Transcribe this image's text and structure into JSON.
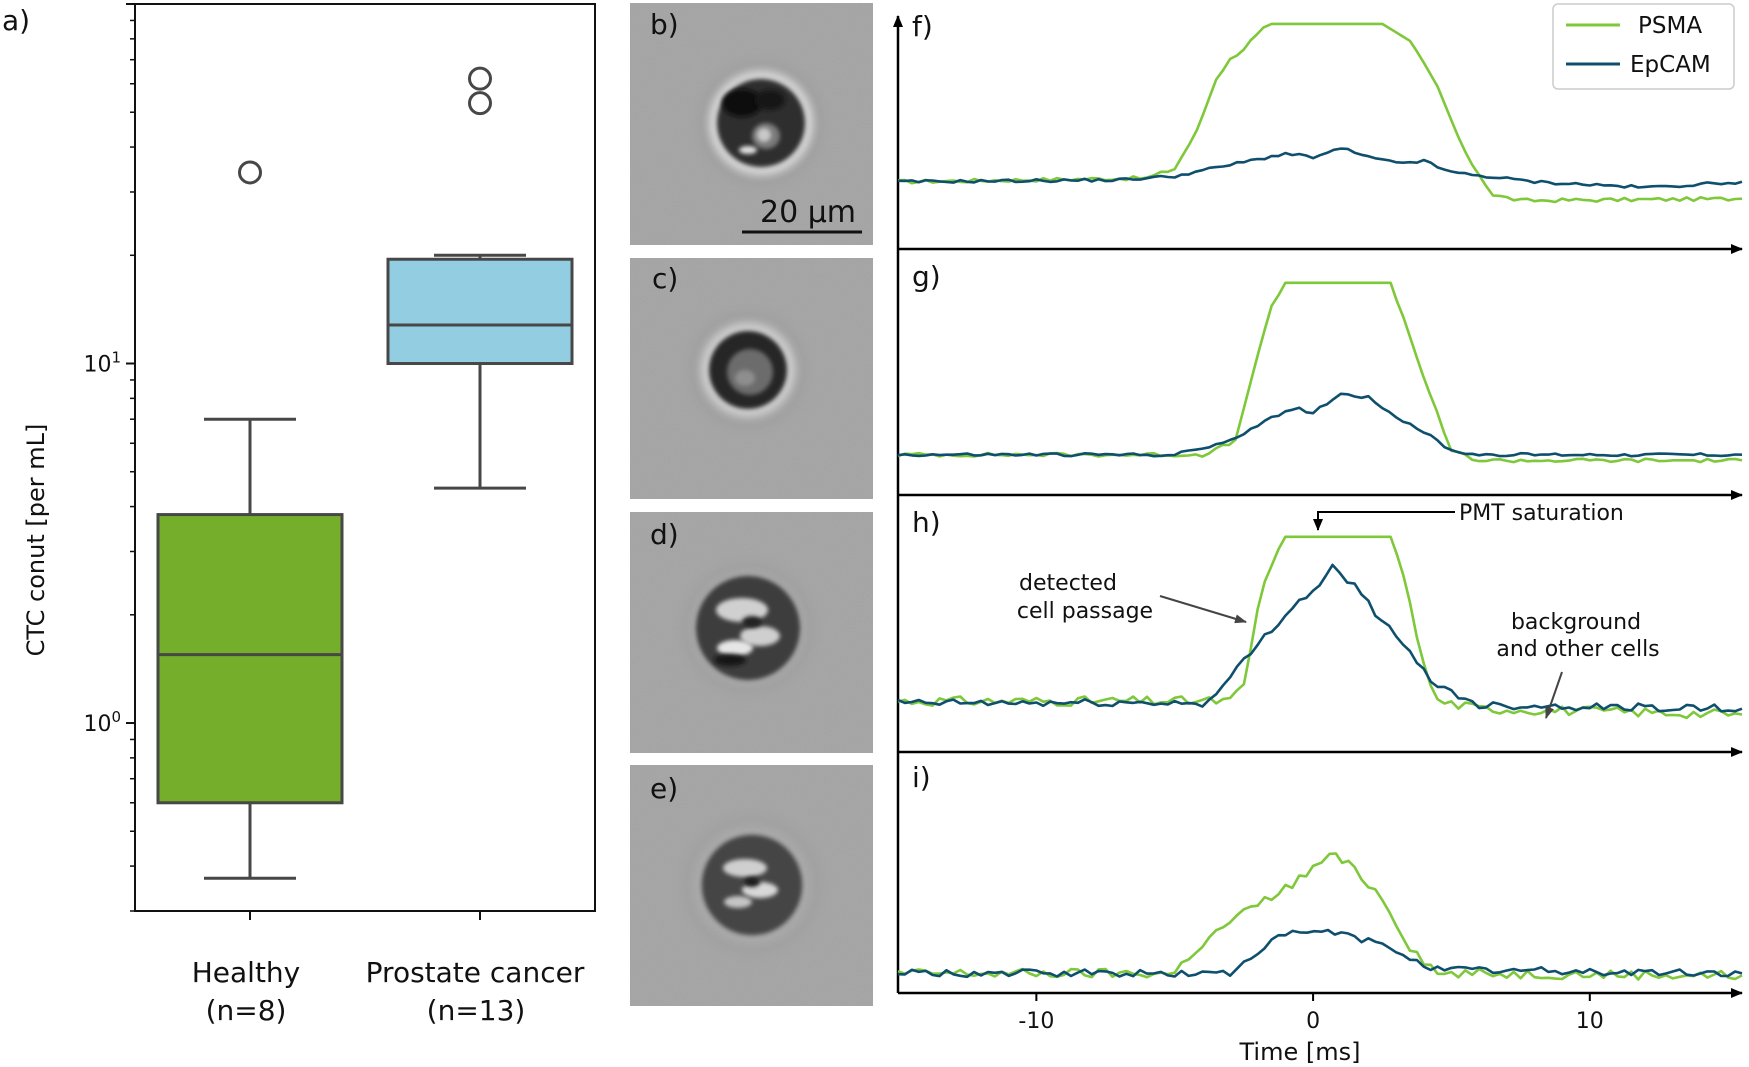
{
  "panels": {
    "a": "a)",
    "b": "b)",
    "c": "c)",
    "d": "d)",
    "e": "e)",
    "f": "f)",
    "g": "g)",
    "h": "h)",
    "i": "i)"
  },
  "scale_bar_label": "20 µm",
  "colors": {
    "healthy_box": "#74ae2b",
    "cancer_box": "#92cde1",
    "psma_line": "#7ec83a",
    "epcam_line": "#0f4f6e",
    "box_edge": "#474747"
  },
  "chart_data": [
    {
      "type": "box",
      "panel": "a)",
      "ylabel": "CTC conut [per mL]",
      "yscale": "log",
      "ylim": [
        0.3,
        100
      ],
      "yticks": [
        {
          "value": 1,
          "base": "10",
          "exp": "0"
        },
        {
          "value": 10,
          "base": "10",
          "exp": "1"
        }
      ],
      "categories": [
        {
          "line1": "Healthy",
          "line2": "(n=8)"
        },
        {
          "line1": "Prostate cancer",
          "line2": "(n=13)"
        }
      ],
      "boxes": [
        {
          "whisker_low": 0.37,
          "q1": 0.6,
          "median": 1.55,
          "q3": 3.8,
          "whisker_high": 7.0,
          "outliers": [
            34
          ]
        },
        {
          "whisker_low": 4.5,
          "q1": 10,
          "median": 12.8,
          "q3": 19.5,
          "whisker_high": 20,
          "outliers": [
            53,
            62
          ]
        }
      ]
    },
    {
      "type": "line",
      "panels": [
        "f)",
        "g)",
        "h)",
        "i)"
      ],
      "xlabel": "Time [ms]",
      "xlim": [
        -15,
        15.5
      ],
      "xticks": [
        -10,
        0,
        10
      ],
      "xtick_labels": [
        "-10",
        "0",
        "10"
      ],
      "legend": {
        "position": "top-right",
        "entries": [
          "PSMA",
          "EpCAM"
        ]
      },
      "traces": [
        {
          "panel": "f)",
          "psma": [
            [
              -15,
              0.15
            ],
            [
              -6,
              0.17
            ],
            [
              -5,
              0.22
            ],
            [
              -4.2,
              0.42
            ],
            [
              -3.5,
              0.7
            ],
            [
              -3,
              0.8
            ],
            [
              -2.5,
              0.86
            ],
            [
              -1.8,
              0.97
            ],
            [
              -1.5,
              0.99
            ],
            [
              2.5,
              0.99
            ],
            [
              3.5,
              0.9
            ],
            [
              4.5,
              0.65
            ],
            [
              5.5,
              0.3
            ],
            [
              6.5,
              0.08
            ],
            [
              7.5,
              0.05
            ],
            [
              15.5,
              0.06
            ]
          ],
          "epcam": [
            [
              -15,
              0.15
            ],
            [
              -7,
              0.16
            ],
            [
              -5,
              0.18
            ],
            [
              -3,
              0.24
            ],
            [
              -1,
              0.3
            ],
            [
              0,
              0.28
            ],
            [
              0.5,
              0.3
            ],
            [
              1,
              0.33
            ],
            [
              2,
              0.28
            ],
            [
              3,
              0.25
            ],
            [
              4,
              0.26
            ],
            [
              5,
              0.2
            ],
            [
              8,
              0.15
            ],
            [
              12,
              0.12
            ],
            [
              15.5,
              0.15
            ]
          ]
        },
        {
          "panel": "g)",
          "psma": [
            [
              -15,
              0.08
            ],
            [
              -4,
              0.08
            ],
            [
              -2.8,
              0.15
            ],
            [
              -2.2,
              0.5
            ],
            [
              -1.5,
              0.85
            ],
            [
              -1,
              0.98
            ],
            [
              2.8,
              0.98
            ],
            [
              3.5,
              0.7
            ],
            [
              4.2,
              0.4
            ],
            [
              5,
              0.1
            ],
            [
              6,
              0.05
            ],
            [
              15.5,
              0.05
            ]
          ],
          "epcam": [
            [
              -15,
              0.08
            ],
            [
              -5,
              0.08
            ],
            [
              -3,
              0.15
            ],
            [
              -1.5,
              0.28
            ],
            [
              -0.5,
              0.32
            ],
            [
              0,
              0.3
            ],
            [
              1,
              0.4
            ],
            [
              2,
              0.38
            ],
            [
              3,
              0.28
            ],
            [
              4,
              0.2
            ],
            [
              5,
              0.1
            ],
            [
              6,
              0.08
            ],
            [
              15.5,
              0.08
            ]
          ]
        },
        {
          "panel": "h)",
          "psma": [
            [
              -15,
              0.12
            ],
            [
              -4,
              0.12
            ],
            [
              -3,
              0.12
            ],
            [
              -2.5,
              0.2
            ],
            [
              -2,
              0.6
            ],
            [
              -1.5,
              0.85
            ],
            [
              -1,
              0.98
            ],
            [
              2.8,
              0.98
            ],
            [
              3.5,
              0.65
            ],
            [
              4,
              0.3
            ],
            [
              4.5,
              0.12
            ],
            [
              6,
              0.08
            ],
            [
              15.5,
              0.05
            ]
          ],
          "epcam": [
            [
              -15,
              0.11
            ],
            [
              -4,
              0.11
            ],
            [
              -3.5,
              0.15
            ],
            [
              -2.5,
              0.33
            ],
            [
              -1,
              0.58
            ],
            [
              0,
              0.7
            ],
            [
              0.7,
              0.82
            ],
            [
              1.5,
              0.72
            ],
            [
              3,
              0.45
            ],
            [
              4.5,
              0.2
            ],
            [
              6,
              0.1
            ],
            [
              15.5,
              0.08
            ]
          ]
        },
        {
          "panel": "i)",
          "psma": [
            [
              -15,
              0.06
            ],
            [
              -5,
              0.06
            ],
            [
              -4.5,
              0.15
            ],
            [
              -3,
              0.33
            ],
            [
              -1,
              0.5
            ],
            [
              0,
              0.6
            ],
            [
              0.6,
              0.68
            ],
            [
              1.5,
              0.6
            ],
            [
              2.5,
              0.45
            ],
            [
              3.5,
              0.2
            ],
            [
              4.5,
              0.06
            ],
            [
              15.5,
              0.05
            ]
          ],
          "epcam": [
            [
              -15,
              0.06
            ],
            [
              -3,
              0.06
            ],
            [
              -2,
              0.18
            ],
            [
              -1,
              0.26
            ],
            [
              0.3,
              0.28
            ],
            [
              1.5,
              0.25
            ],
            [
              3,
              0.18
            ],
            [
              4.5,
              0.08
            ],
            [
              15.5,
              0.06
            ]
          ]
        }
      ],
      "annotations": [
        {
          "panel": "h)",
          "lines": [
            "PMT saturation"
          ]
        },
        {
          "panel": "h)",
          "lines": [
            "detected",
            "cell passage"
          ]
        },
        {
          "panel": "h)",
          "lines": [
            "background",
            "and other cells"
          ]
        }
      ]
    }
  ]
}
